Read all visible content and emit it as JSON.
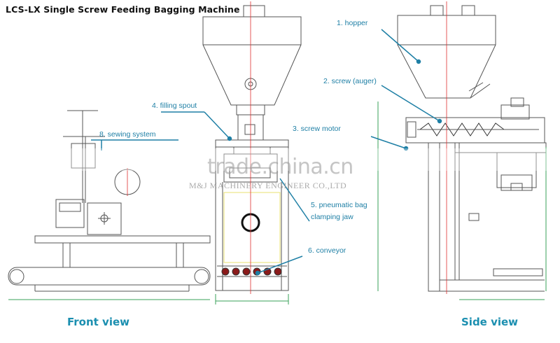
{
  "title": "LCS-LX Single Screw Feeding Bagging Machine",
  "views": {
    "front": "Front view",
    "side": "Side view"
  },
  "callouts": {
    "hopper": "1. hopper",
    "screw": "2. screw (auger)",
    "screw_motor": "3. screw motor",
    "filling_spout": "4. filling spout",
    "clamping_jaw_line1": "5. pneumatic bag",
    "clamping_jaw_line2": "clamping jaw",
    "conveyor": "6. conveyor",
    "sewing_system": "8. sewing system"
  },
  "watermark": {
    "brand": "trade.china.cn",
    "company": "M&J MACHINERY ENGINEER CO.,LTD"
  },
  "colors": {
    "line": "#555555",
    "centerline": "#e03030",
    "callout": "#1e7fa5",
    "dimension": "#3aa05a",
    "highlight": "#e8e070"
  }
}
